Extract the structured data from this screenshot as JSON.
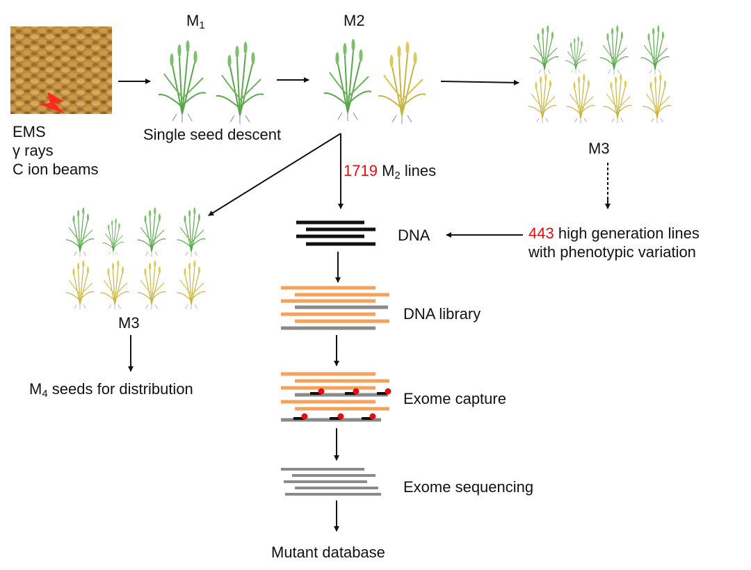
{
  "mutagens": [
    "EMS",
    "γ rays",
    "C ion beams"
  ],
  "generations": {
    "m1": {
      "base": "M",
      "sub": "1"
    },
    "m2": "M2",
    "m3_top": "M3",
    "m3_left": "M3",
    "m2_lines": {
      "count": "1719",
      "base": "M",
      "sub": "2",
      "suffix": "lines"
    },
    "m4": {
      "base": "M",
      "sub": "4",
      "suffix": "seeds for distribution"
    }
  },
  "labels": {
    "single_seed_descent": "Single seed descent",
    "dna": "DNA",
    "dna_library": "DNA library",
    "exome_capture": "Exome capture",
    "exome_sequencing": "Exome sequencing",
    "mutant_database": "Mutant database"
  },
  "high_generation": {
    "count": "443",
    "line1_rest": "high generation lines",
    "line2": "with phenotypic variation"
  },
  "colors": {
    "highlight": "#e01010",
    "orange_read": "#f5a15a",
    "gray_read": "#8a8a8a",
    "black_read": "#111111",
    "probe": "#e01010",
    "green_plant": "#58a84a",
    "yellow_plant": "#c9b441",
    "seed_bg": "#b98a3c"
  },
  "icons": [
    "seeds-image",
    "lightning-icon",
    "wheat-plant-icon",
    "arrow-icon"
  ]
}
